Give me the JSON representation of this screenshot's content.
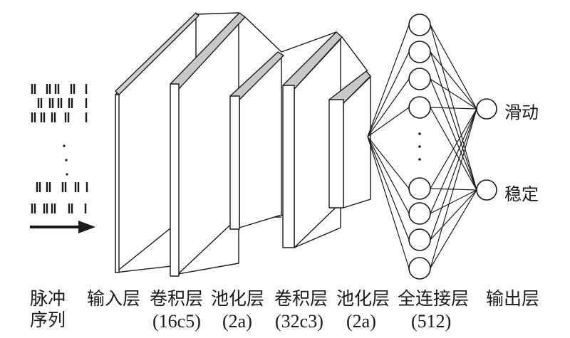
{
  "input_label": {
    "line1": "脉冲",
    "line2": "序列"
  },
  "layers": [
    {
      "name": "输入层",
      "param": ""
    },
    {
      "name": "卷积层",
      "param": "(16c5)"
    },
    {
      "name": "池化层",
      "param": "(2a)"
    },
    {
      "name": "卷积层",
      "param": "(32c3)"
    },
    {
      "name": "池化层",
      "param": "(2a)"
    },
    {
      "name": "全连接层",
      "param": "(512)"
    },
    {
      "name": "输出层",
      "param": ""
    }
  ],
  "outputs": [
    "滑动",
    "稳定"
  ],
  "colors": {
    "stroke": "#1a1a1a",
    "slab_top": "#c8c8c8"
  }
}
